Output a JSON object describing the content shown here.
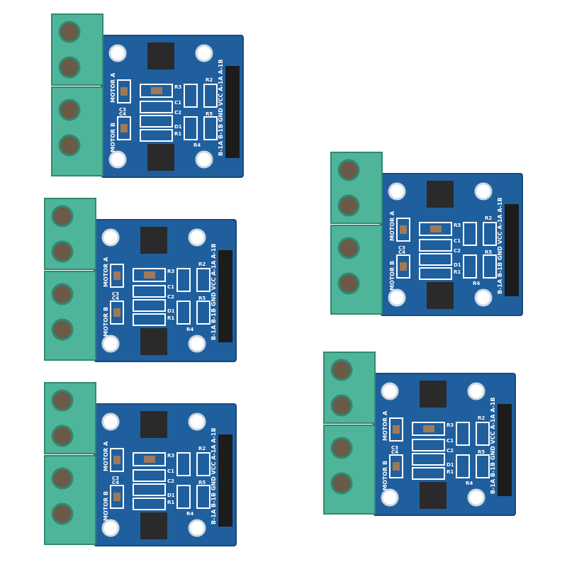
{
  "product": {
    "board_count": 5,
    "colors": {
      "pcb": "#1f5f9e",
      "pcb_dark": "#164a80",
      "terminal": "#4fb59a",
      "terminal_dark": "#2f8a72",
      "chip": "#2a2a2a",
      "header": "#1c1c1c",
      "background": "#ffffff"
    },
    "silkscreen": {
      "motor_a": "MOTOR A",
      "motor_b": "MOTOR B",
      "pins": "B-1A B-1B GND VCC A-1A A-1B",
      "r1": "R1",
      "r2": "R2",
      "r3": "R3",
      "r4": "R4",
      "r5": "R5",
      "c1": "C1",
      "c2": "C2",
      "c3": "C3",
      "c4": "C4",
      "d1": "D1"
    }
  }
}
